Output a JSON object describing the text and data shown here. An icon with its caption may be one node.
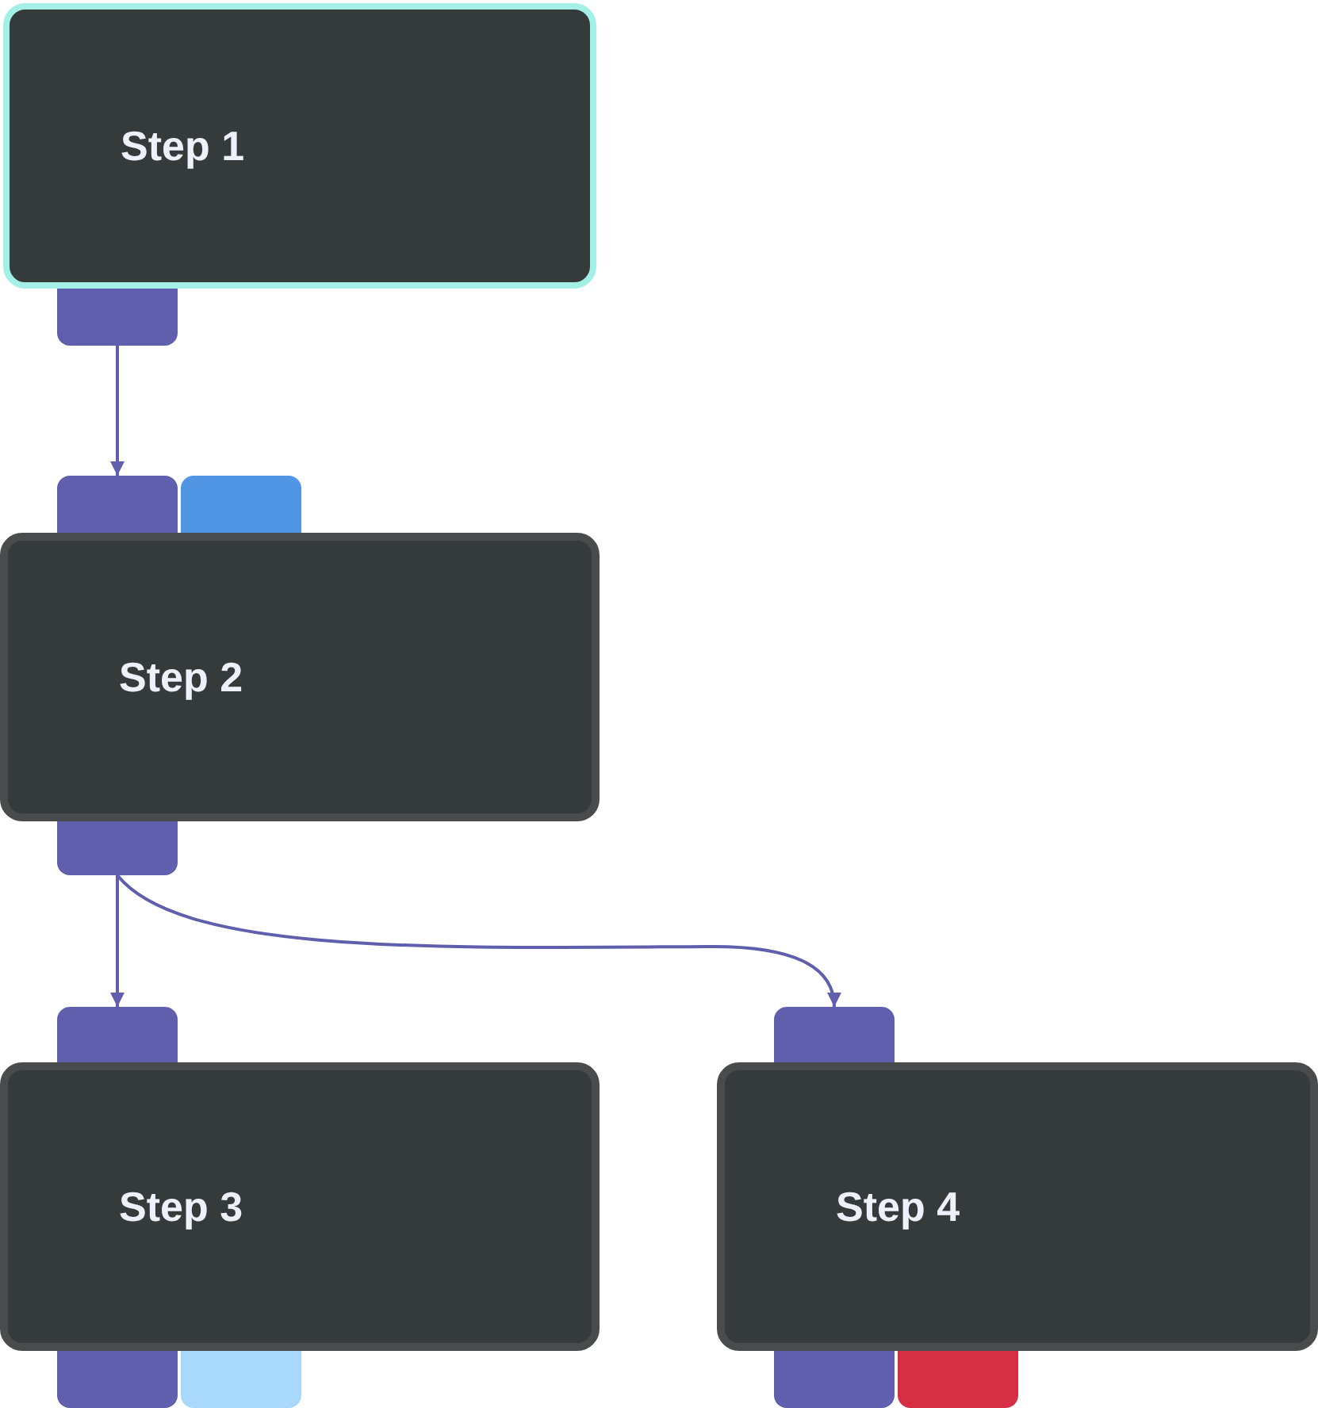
{
  "diagram": {
    "nodes": [
      {
        "text": [
          "Step 1"
        ]
      },
      {
        "text": [],
        "shape": "box"
      },
      {
        "text": [],
        "shape": "box"
      },
      {
        "text": [],
        "shape": "box"
      },
      {
        "text": [
          "Step 2"
        ]
      },
      {
        "text": [],
        "shape": "box"
      },
      {
        "text": [],
        "shape": "box"
      },
      {
        "text": [],
        "shape": "box"
      },
      {
        "text": [
          "Step 3"
        ]
      },
      {
        "text": [
          "Step 4"
        ]
      },
      {
        "text": [],
        "shape": "box"
      },
      {
        "text": [],
        "shape": "box"
      },
      {
        "text": [],
        "shape": "box"
      },
      {
        "text": [],
        "shape": "box"
      }
    ],
    "edges": [
      {
        "from": 1,
        "to": 2,
        "arrow": "to"
      },
      {
        "from": 5,
        "to": 6,
        "arrow": "to"
      },
      {
        "from": 5,
        "to": 7,
        "arrow": "to"
      }
    ]
  }
}
